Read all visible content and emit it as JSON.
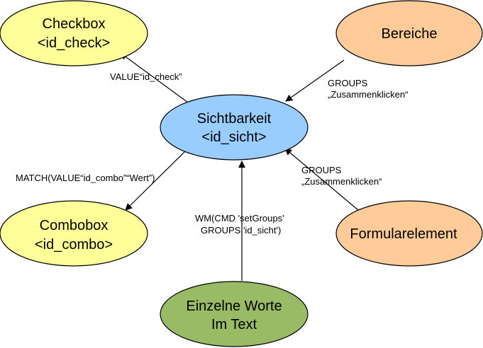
{
  "nodes": {
    "checkbox": {
      "line1": "Checkbox",
      "line2": "<id_check>",
      "color": "#ffff99"
    },
    "bereiche": {
      "line1": "Bereiche",
      "color": "#ffcc99"
    },
    "sichtbarkeit": {
      "line1": "Sichtbarkeit",
      "line2": "<id_sicht>",
      "color": "#99ccff"
    },
    "combobox": {
      "line1": "Combobox",
      "line2": "<id_combo>",
      "color": "#ffff99"
    },
    "formularelement": {
      "line1": "Formularelement",
      "color": "#ffcc99"
    },
    "einzelne_worte": {
      "line1": "Einzelne Worte",
      "line2": "Im Text",
      "color": "#99bb66"
    }
  },
  "edges": {
    "to_checkbox": {
      "label": "VALUE“id_check”"
    },
    "from_bereiche": {
      "label1": "GROUPS",
      "label2": "„Zusammenklicken“"
    },
    "to_combobox": {
      "label": "MATCH(VALUE“id_combo”“Wert”)"
    },
    "from_formularelement": {
      "label1": "GROUPS",
      "label2": "„Zusammenklicken“"
    },
    "from_einzelne_worte": {
      "label1": "WM(CMD 'setGroups'",
      "label2": "GROUPS 'id_sicht')"
    }
  }
}
